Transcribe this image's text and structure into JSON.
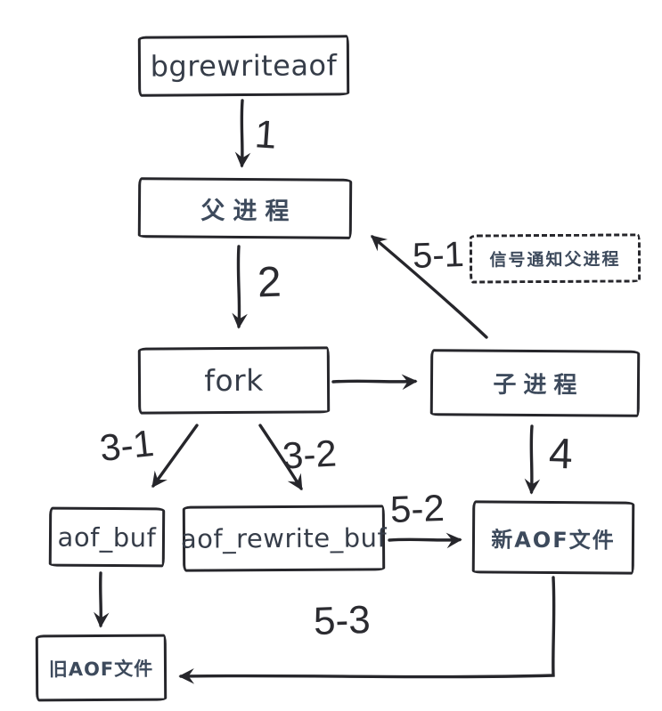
{
  "diagram": {
    "background_color": "#ffffff",
    "stroke_color": "#26262b",
    "cjk_text_color": "#3d4a5c",
    "latin_text_color": "#363d49",
    "nodes": {
      "bgrewriteaof": {
        "label": "bgrewriteaof",
        "shape": "solid-box"
      },
      "parent_process": {
        "label": "父进程",
        "shape": "solid-box"
      },
      "fork": {
        "label": "fork",
        "shape": "solid-box"
      },
      "child_process": {
        "label": "子进程",
        "shape": "solid-box"
      },
      "signal_notice": {
        "label": "信号通知父进程",
        "shape": "dashed-box"
      },
      "aof_buf": {
        "label": "aof_buf",
        "shape": "solid-box"
      },
      "aof_rewrite_buf": {
        "label": "aof_rewrite_buf",
        "shape": "solid-box"
      },
      "new_aof_file": {
        "label": "新AOF文件",
        "shape": "solid-box"
      },
      "old_aof_file": {
        "label": "旧AOF文件",
        "shape": "solid-box"
      }
    },
    "edges": [
      {
        "from": "bgrewriteaof",
        "to": "parent_process",
        "label": "1"
      },
      {
        "from": "parent_process",
        "to": "fork",
        "label": "2"
      },
      {
        "from": "fork",
        "to": "child_process",
        "label": ""
      },
      {
        "from": "fork",
        "to": "aof_buf",
        "label": "3-1"
      },
      {
        "from": "fork",
        "to": "aof_rewrite_buf",
        "label": "3-2"
      },
      {
        "from": "child_process",
        "to": "new_aof_file",
        "label": "4"
      },
      {
        "from": "child_process",
        "to": "parent_process",
        "label": "5-1"
      },
      {
        "from": "aof_rewrite_buf",
        "to": "new_aof_file",
        "label": "5-2"
      },
      {
        "from": "new_aof_file",
        "to": "old_aof_file",
        "label": "5-3"
      },
      {
        "from": "aof_buf",
        "to": "old_aof_file",
        "label": ""
      }
    ]
  }
}
